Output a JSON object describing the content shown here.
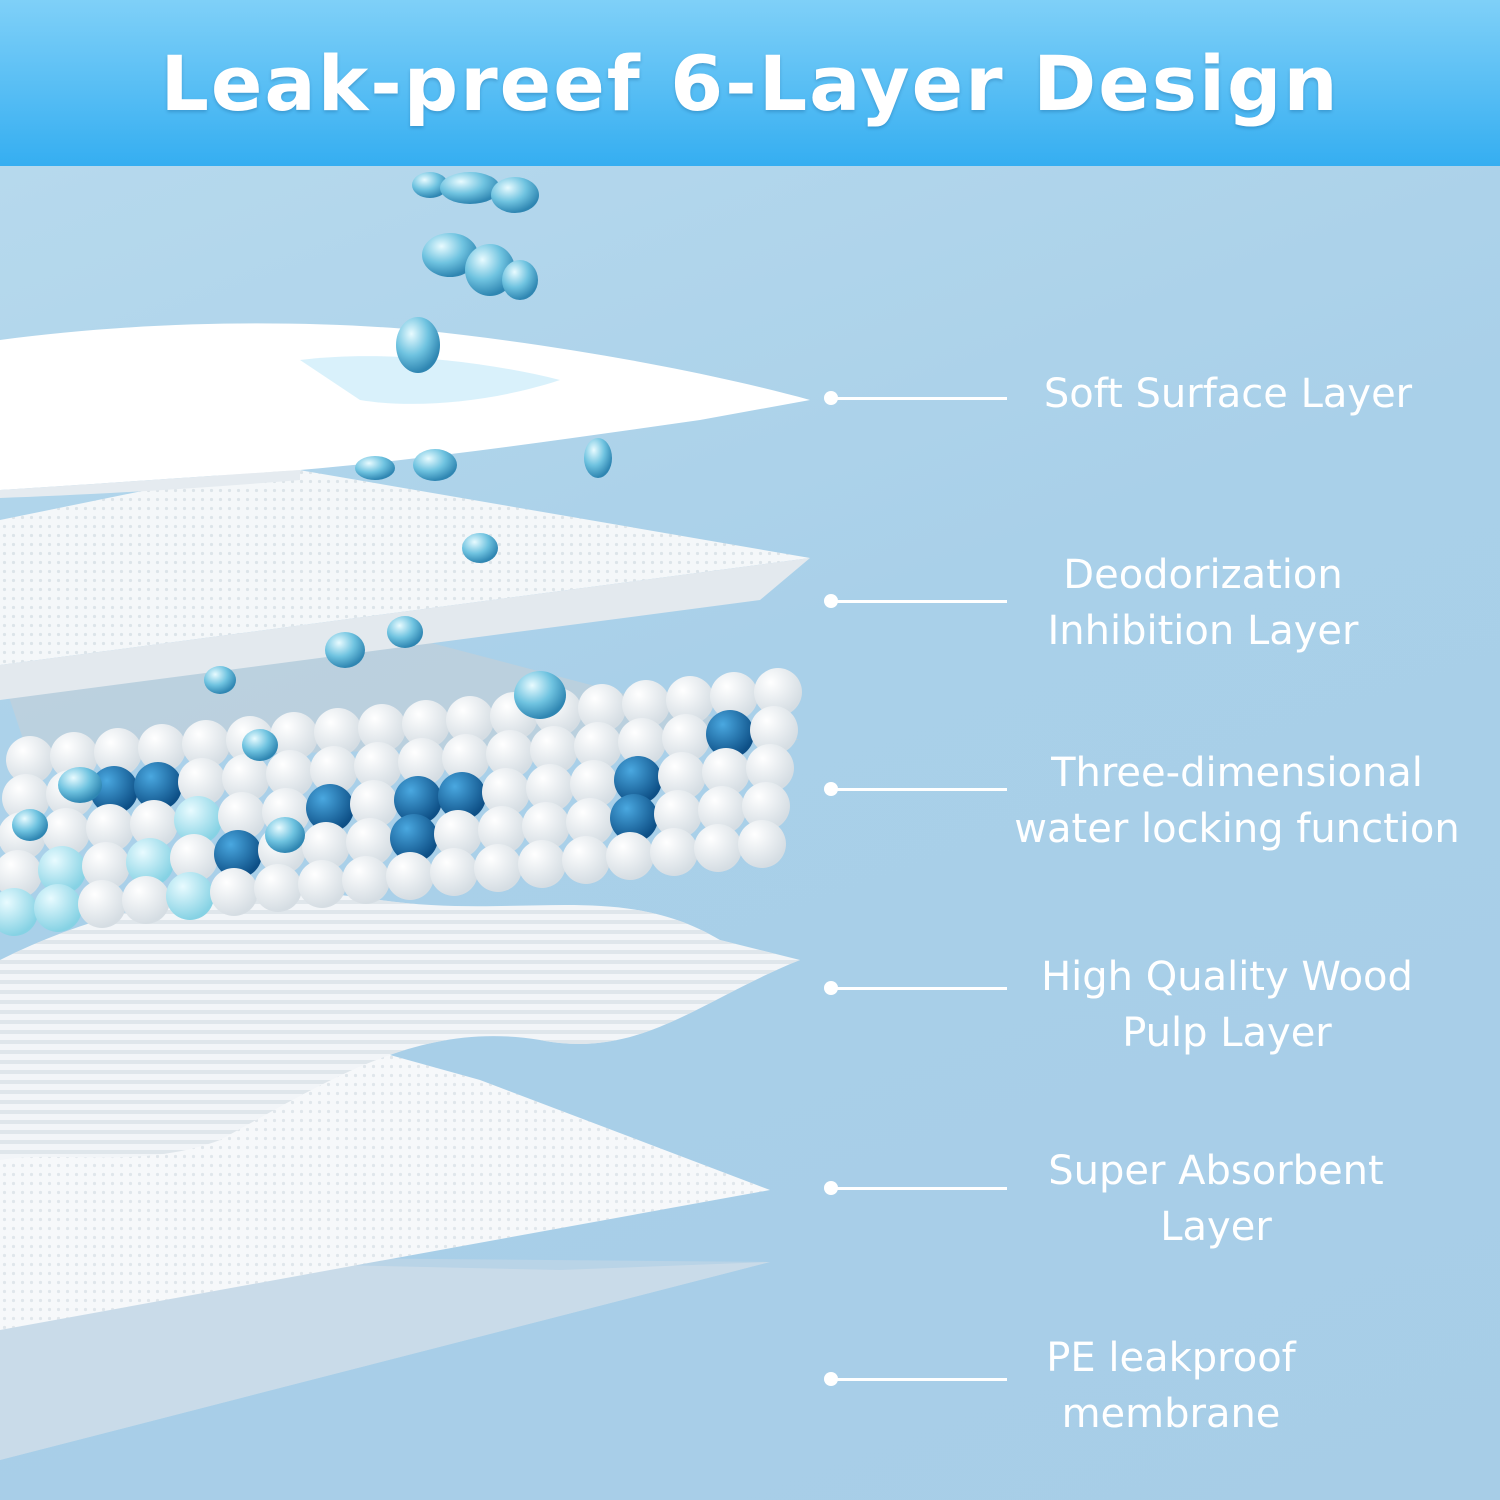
{
  "header": {
    "title": "Leak-preef 6-Layer Design"
  },
  "layers": [
    {
      "lines": [
        "Soft Surface Layer"
      ]
    },
    {
      "lines": [
        "Deodorization",
        "Inhibition Layer"
      ]
    },
    {
      "lines": [
        "Three-dimensional",
        "water locking function"
      ]
    },
    {
      "lines": [
        "High Quality Wood",
        "Pulp Layer"
      ]
    },
    {
      "lines": [
        "Super Absorbent",
        "Layer"
      ]
    },
    {
      "lines": [
        "PE leakproof",
        "membrane"
      ]
    }
  ],
  "colors": {
    "banner_top": "#7fd0f8",
    "banner_bottom": "#35aef1",
    "background": "#acd2ea",
    "text": "#ffffff",
    "bead_blue": "#1a6fae",
    "bead_light": "#a6e2ee"
  }
}
